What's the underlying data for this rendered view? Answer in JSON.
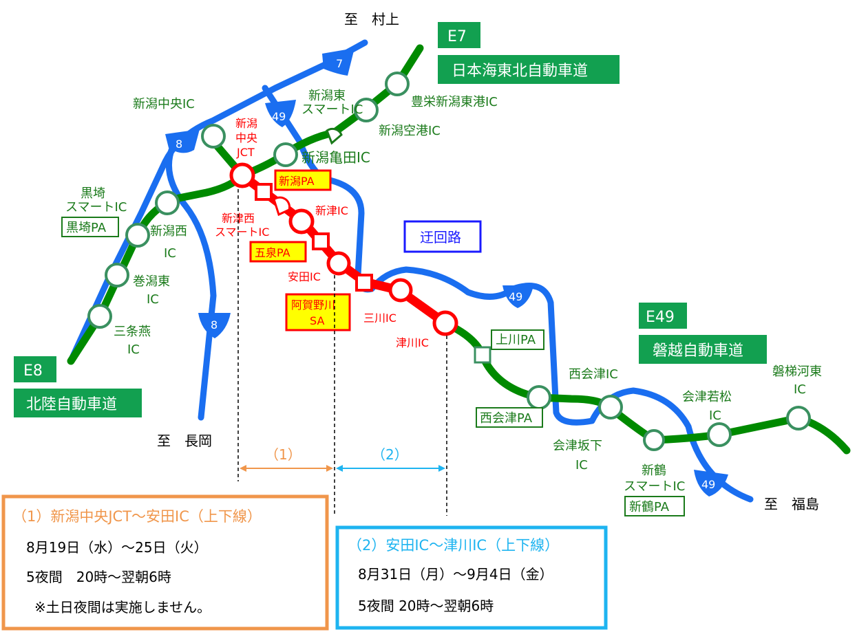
{
  "destinations": {
    "murakami": "至　村上",
    "nagaoka": "至　長岡",
    "fukushima": "至　福島"
  },
  "routes": {
    "e7": {
      "code": "E7",
      "name": "日本海東北自動車道"
    },
    "e8": {
      "code": "E8",
      "name": "北陸自動車道"
    },
    "e49": {
      "code": "E49",
      "name": "磐越自動車道"
    },
    "r7": "7",
    "r8a": "8",
    "r8b": "8",
    "r49a": "49",
    "r49b": "49",
    "r49c": "49",
    "detour": "迂回路"
  },
  "interchanges": {
    "niigata_chuo_ic": "新潟中央IC",
    "niigata_higashi_smart_1": "新潟東",
    "niigata_higashi_smart_2": "スマートIC",
    "hoei": "豊栄新潟東港IC",
    "airport": "新潟空港IC",
    "kameda": "新潟亀田IC",
    "jct_1": "新潟",
    "jct_2": "中央",
    "jct_3": "JCT",
    "kurosaki_1": "黒埼",
    "kurosaki_2": "スマートIC",
    "kurosaki_pa": "黒埼PA",
    "nishi_1": "新潟西",
    "nishi_2": "IC",
    "makihigashi_1": "巻潟東",
    "makihigashi_2": "IC",
    "sanjo_1": "三条燕",
    "sanjo_2": "IC",
    "niigata_pa": "新潟PA",
    "niitsu": "新津IC",
    "niitsunishi_1": "新津西",
    "niitsunishi_2": "スマートIC",
    "gosen_pa": "五泉PA",
    "yasuda": "安田IC",
    "agano_1": "阿賀野川",
    "agano_2": "SA",
    "mikawa": "三川IC",
    "tsugawa": "津川IC",
    "kamikawa_pa": "上川PA",
    "nishiaizu_pa": "西会津PA",
    "nishiaizu": "西会津IC",
    "aizusakashita_1": "会津坂下",
    "aizusakashita_2": "IC",
    "aizuwakamatsu_1": "会津若松",
    "aizuwakamatsu_2": "IC",
    "shintsuru_1": "新鶴",
    "shintsuru_2": "スマートIC",
    "shintsuru_pa": "新鶴PA",
    "bandaikawahigashi_1": "磐梯河東",
    "bandaikawahigashi_2": "IC"
  },
  "sections": {
    "s1": "（1）",
    "s2": "（2）"
  },
  "notice1": {
    "title": "（1）新潟中央JCT～安田IC（上下線）",
    "dates": "8月19日（水）～25日（火）",
    "hours": "5夜間　20時～翌朝6時",
    "note": "※土日夜間は実施しません。"
  },
  "notice2": {
    "title": "（2）安田IC～津川IC（上下線）",
    "dates": "8月31日（月）～9月4日（金）",
    "hours": "5夜間 20時～翌朝6時"
  },
  "colors": {
    "green": "#008a00",
    "blue": "#1a6ef0",
    "red": "#ff0000",
    "orange": "#f0964b",
    "cyan": "#1eb4f0",
    "badge": "#12a050"
  }
}
